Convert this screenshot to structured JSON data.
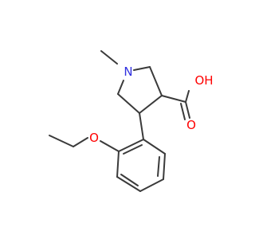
{
  "molecule": {
    "atoms": {
      "nitrogen": "N",
      "ether_oxygen": "O",
      "carbonyl_oxygen": "O",
      "hydroxyl": "OH"
    },
    "colors": {
      "nitrogen": "#3030e0",
      "oxygen": "#ff0000",
      "bond": "#3a3a3a"
    }
  }
}
